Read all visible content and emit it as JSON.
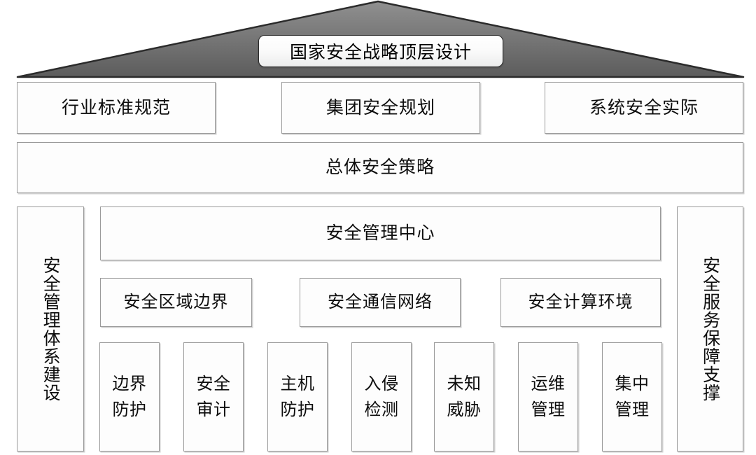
{
  "diagram": {
    "title": "国家安全战略顶层设计",
    "roof": {
      "shape": "triangle",
      "fill_top": "#8c8c8c",
      "fill_bottom": "#5f5f5f",
      "stroke": "#2f2f2f"
    },
    "policy_row": [
      {
        "label": "行业标准规范"
      },
      {
        "label": "集团安全规划"
      },
      {
        "label": "系统安全实际"
      }
    ],
    "strategy": {
      "label": "总体安全策略"
    },
    "pillars": {
      "left": {
        "label": "安全管理体系建设"
      },
      "right": {
        "label": "安全服务保障支撑"
      }
    },
    "center": {
      "label": "安全管理中心"
    },
    "zones": [
      {
        "label": "安全区域边界"
      },
      {
        "label": "安全通信网络"
      },
      {
        "label": "安全计算环境"
      }
    ],
    "leaves": [
      {
        "line1": "边界",
        "line2": "防护"
      },
      {
        "line1": "安全",
        "line2": "审计"
      },
      {
        "line1": "主机",
        "line2": "防护"
      },
      {
        "line1": "入侵",
        "line2": "检测"
      },
      {
        "line1": "未知",
        "line2": "威胁"
      },
      {
        "line1": "运维",
        "line2": "管理"
      },
      {
        "line1": "集中",
        "line2": "管理"
      }
    ],
    "colors": {
      "box_border": "#9a9a9a",
      "box_fill": "#fdfdfd",
      "text": "#0d0d0d",
      "background": "#ffffff"
    }
  }
}
